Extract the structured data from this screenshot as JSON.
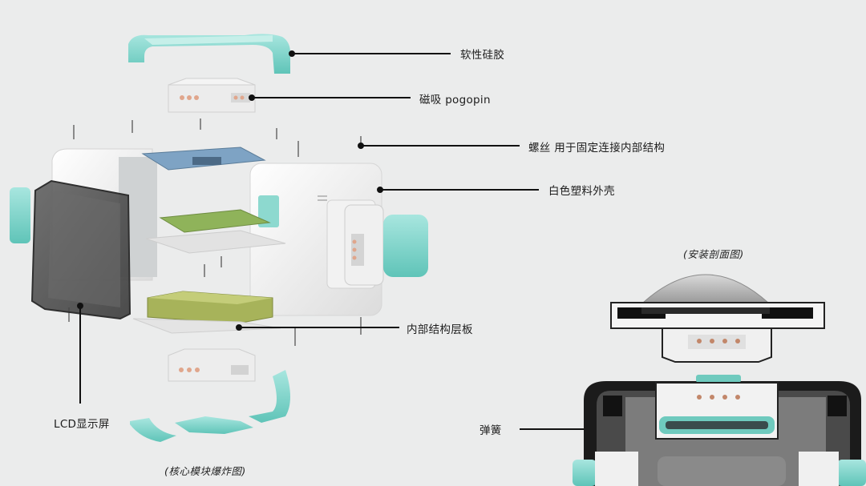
{
  "labels": {
    "silicone": "软性硅胶",
    "pogopin": "磁吸 pogopin",
    "screw": "螺丝 用于固定连接内部结构",
    "shell": "白色塑料外壳",
    "layer": "内部结构层板",
    "lcd": "LCD显示屏",
    "spring": "弹簧"
  },
  "captions": {
    "explode": "(核心模块爆炸图)",
    "section": "(安装剖面图)"
  },
  "colors": {
    "background": "#ebecec",
    "teal": "#7fd6cc",
    "shell_white": "#f7f7f7",
    "pcb_green": "#8fb35a",
    "pcb_blue": "#7ea3c4",
    "lcd_dark": "#4a4a4a"
  }
}
